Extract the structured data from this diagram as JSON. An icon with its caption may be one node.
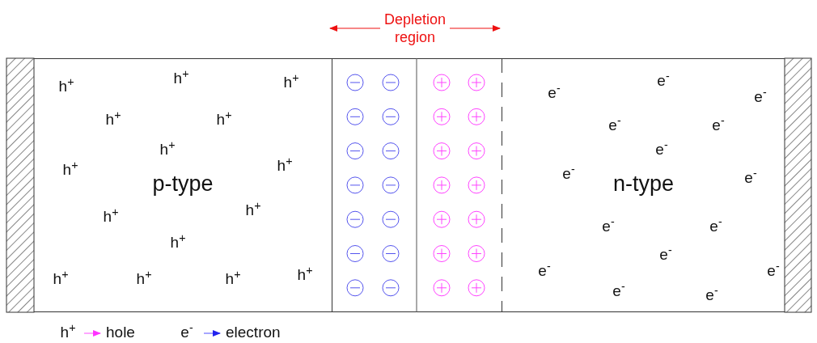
{
  "diagram": {
    "nodes": [
      {
        "text": [
          "p-type"
        ]
      },
      {
        "text": [
          "n-type"
        ]
      }
    ],
    "edges": [],
    "labels": [
      "Depletion region",
      "h$^{+}$",
      "h$^{+}$",
      "h$^{+}$",
      "h$^{+}$",
      "h$^{+}$",
      "h$^{+}$",
      "h$^{+}$",
      "h$^{+}$",
      "h$^{+}$",
      "h$^{+}$",
      "h$^{+}$",
      "h$^{+}$",
      "h$^{+}$",
      "h$^{+}$",
      "h$^{+}$",
      "e$^{-}$",
      "e$^{-}$",
      "e$^{-}$",
      "e$^{-}$",
      "e$^{-}$",
      "e$^{-}$",
      "e$^{-}$",
      "e$^{-}$",
      "e$^{-}$",
      "e$^{-}$",
      "e$^{-}$",
      "e$^{-}$",
      "e$^{-}$",
      "e$^{-}$",
      "e$^{-}$",
      "h$^{+}$",
      "e$^{-}$"
    ],
    "legend": [
      {
        "text": "hole"
      },
      {
        "text": "electron"
      }
    ]
  }
}
